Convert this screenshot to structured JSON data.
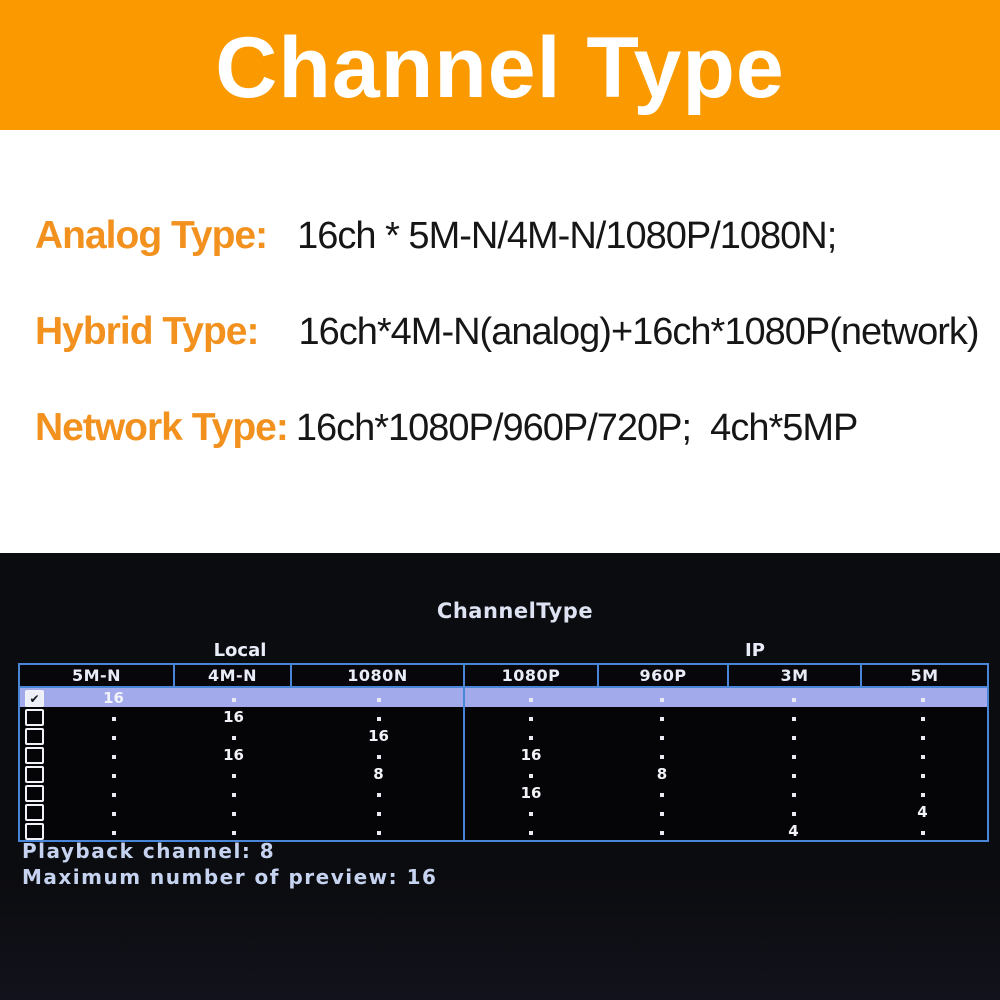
{
  "banner": {
    "title": "Channel Type",
    "bg_color": "#FA9A00",
    "text_color": "#FFFFFF"
  },
  "info": {
    "label_color": "#F2911E",
    "lines": [
      {
        "label": "Analog Type:",
        "value": "16ch * 5M-N/4M-N/1080P/1080N;"
      },
      {
        "label": "Hybrid Type:",
        "value": "16ch*4M-N(analog)+16ch*1080P(network)"
      },
      {
        "label": "Network Type:",
        "value": "16ch*1080P/960P/720P;  4ch*5MP"
      }
    ]
  },
  "screenshot": {
    "title": "ChannelType",
    "groups": [
      {
        "label": "Local",
        "span": 3
      },
      {
        "label": "IP",
        "span": 4
      }
    ],
    "columns": [
      "5M-N",
      "4M-N",
      "1080N",
      "1080P",
      "960P",
      "3M",
      "5M"
    ],
    "rows": [
      {
        "checked": true,
        "highlighted": true,
        "cells": [
          "16",
          ".",
          ".",
          ".",
          ".",
          ".",
          "."
        ]
      },
      {
        "checked": false,
        "highlighted": false,
        "cells": [
          ".",
          "16",
          ".",
          ".",
          ".",
          ".",
          "."
        ]
      },
      {
        "checked": false,
        "highlighted": false,
        "cells": [
          ".",
          ".",
          "16",
          ".",
          ".",
          ".",
          "."
        ]
      },
      {
        "checked": false,
        "highlighted": false,
        "cells": [
          ".",
          "16",
          ".",
          "16",
          ".",
          ".",
          "."
        ]
      },
      {
        "checked": false,
        "highlighted": false,
        "cells": [
          ".",
          ".",
          "8",
          ".",
          "8",
          ".",
          "."
        ]
      },
      {
        "checked": false,
        "highlighted": false,
        "cells": [
          ".",
          ".",
          ".",
          "16",
          ".",
          ".",
          "."
        ]
      },
      {
        "checked": false,
        "highlighted": false,
        "cells": [
          ".",
          ".",
          ".",
          ".",
          ".",
          ".",
          "4"
        ]
      },
      {
        "checked": false,
        "highlighted": false,
        "cells": [
          ".",
          ".",
          ".",
          ".",
          ".",
          "4",
          "."
        ]
      }
    ],
    "playback_text": "Playback channel: 8",
    "preview_text": "Maximum number of preview: 16",
    "colors": {
      "border": "#4A86D8",
      "highlight": "#A3AAEC",
      "header_text": "#E9EDF8",
      "footer_text": "#C6D3F0"
    },
    "checkmark_icon": "✔"
  }
}
